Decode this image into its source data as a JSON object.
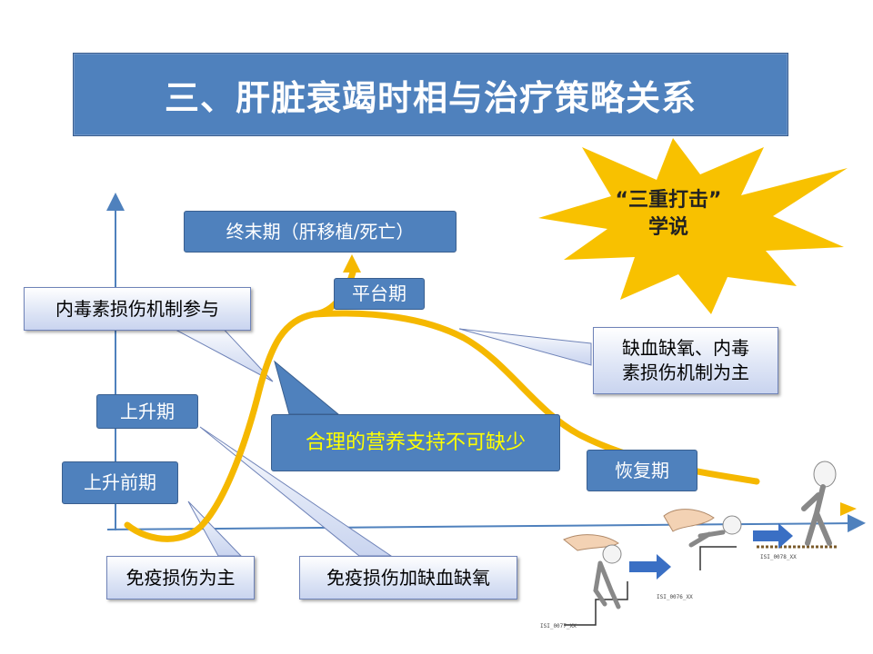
{
  "title": "三、肝脏衰竭时相与治疗策略关系",
  "star": {
    "line1": "“三重打击”",
    "line2": "学说"
  },
  "stages": {
    "end": "终末期（肝移植/死亡）",
    "plateau": "平台期",
    "rising": "上升期",
    "pre_rising": "上升前期",
    "recovery": "恢复期"
  },
  "callouts": {
    "endotoxin": "内毒素损伤机制参与",
    "ischemia_line1": "缺血缺氧、内毒",
    "ischemia_line2": "素损伤机制为主",
    "immune": "免疫损伤为主",
    "immune_ischemia": "免疫损伤加缺血缺氧"
  },
  "center_box": "合理的营养支持不可缺少",
  "image_codes": [
    "ISI_0077_XX",
    "ISI_0076_XX",
    "ISI_0078_XX"
  ],
  "colors": {
    "accent_blue": "#4f81bd",
    "curve": "#f5b800",
    "center_text": "#ffff00",
    "star": "#f8c100"
  }
}
